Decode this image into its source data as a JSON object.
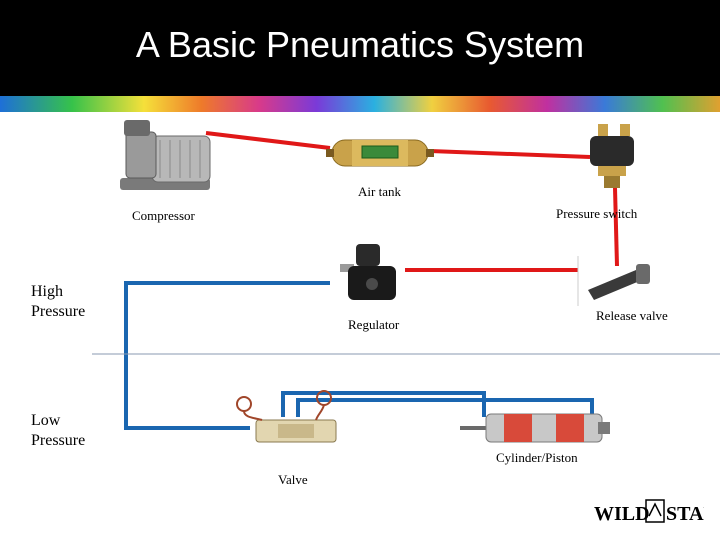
{
  "slide": {
    "title": "A Basic Pneumatics System"
  },
  "labels": {
    "air_tank": "Air tank",
    "compressor": "Compressor",
    "pressure_switch": "Pressure switch",
    "regulator": "Regulator",
    "release_valve": "Release valve",
    "valve": "Valve",
    "cylinder": "Cylinder/Piston"
  },
  "sections": {
    "high_line1": "High",
    "high_line2": "Pressure",
    "low_line1": "Low",
    "low_line2": "Pressure"
  },
  "logo": {
    "text": "WILD STANG"
  },
  "colors": {
    "high_pressure_line": "#e01818",
    "low_pressure_line": "#1a66b0",
    "divider": "#8a9ab0"
  }
}
